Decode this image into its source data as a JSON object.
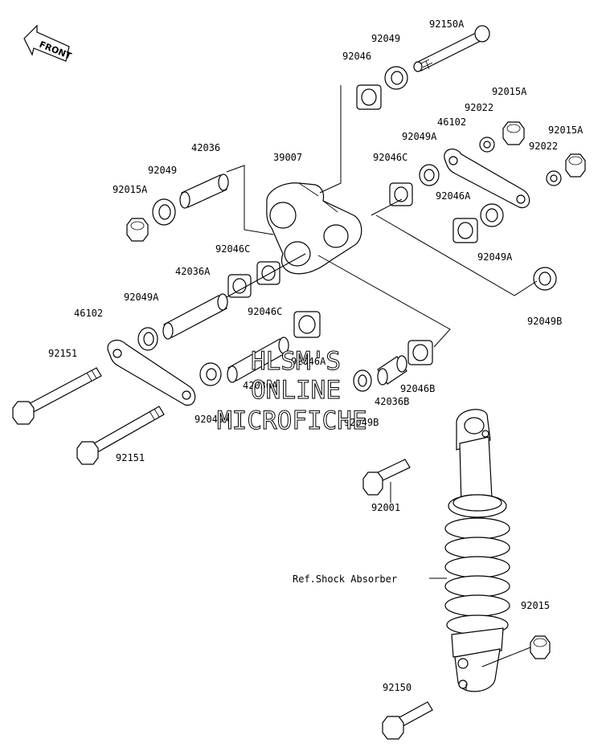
{
  "front_label": "FRONT",
  "ref_label": "Ref.Shock Absorber",
  "watermark": [
    "HLSM'S",
    "ONLINE",
    "MICROFICHE"
  ],
  "parts": [
    {
      "id": "p92150A",
      "text": "92150A"
    },
    {
      "id": "p92049_top",
      "text": "92049"
    },
    {
      "id": "p92046_top",
      "text": "92046"
    },
    {
      "id": "p92015A_r1",
      "text": "92015A"
    },
    {
      "id": "p92022_1",
      "text": "92022"
    },
    {
      "id": "p46102_r",
      "text": "46102"
    },
    {
      "id": "p92049A_r",
      "text": "92049A"
    },
    {
      "id": "p92015A_r2",
      "text": "92015A"
    },
    {
      "id": "p92022_2",
      "text": "92022"
    },
    {
      "id": "p42036",
      "text": "42036"
    },
    {
      "id": "p39007",
      "text": "39007"
    },
    {
      "id": "p92046C_r",
      "text": "92046C"
    },
    {
      "id": "p92049_l",
      "text": "92049"
    },
    {
      "id": "p92015A_l",
      "text": "92015A"
    },
    {
      "id": "p92046A",
      "text": "92046A"
    },
    {
      "id": "p92049A_r2",
      "text": "92049A"
    },
    {
      "id": "p92046C_1",
      "text": "92046C"
    },
    {
      "id": "p42036A_1",
      "text": "42036A"
    },
    {
      "id": "p92049B_r",
      "text": "92049B"
    },
    {
      "id": "p92046C_2",
      "text": "92046C"
    },
    {
      "id": "p92049A_l",
      "text": "92049A"
    },
    {
      "id": "p46102_l",
      "text": "46102"
    },
    {
      "id": "p92046A_mid",
      "text": "92046A"
    },
    {
      "id": "p92151_1",
      "text": "92151"
    },
    {
      "id": "p92046B",
      "text": "92046B"
    },
    {
      "id": "p42036A_2",
      "text": "42036A"
    },
    {
      "id": "p42036B",
      "text": "42036B"
    },
    {
      "id": "p92049A_b",
      "text": "92049A"
    },
    {
      "id": "p92049B_b",
      "text": "92049B"
    },
    {
      "id": "p92151_2",
      "text": "92151"
    },
    {
      "id": "p92001",
      "text": "92001"
    },
    {
      "id": "p92015",
      "text": "92015"
    },
    {
      "id": "p92150",
      "text": "92150"
    }
  ]
}
